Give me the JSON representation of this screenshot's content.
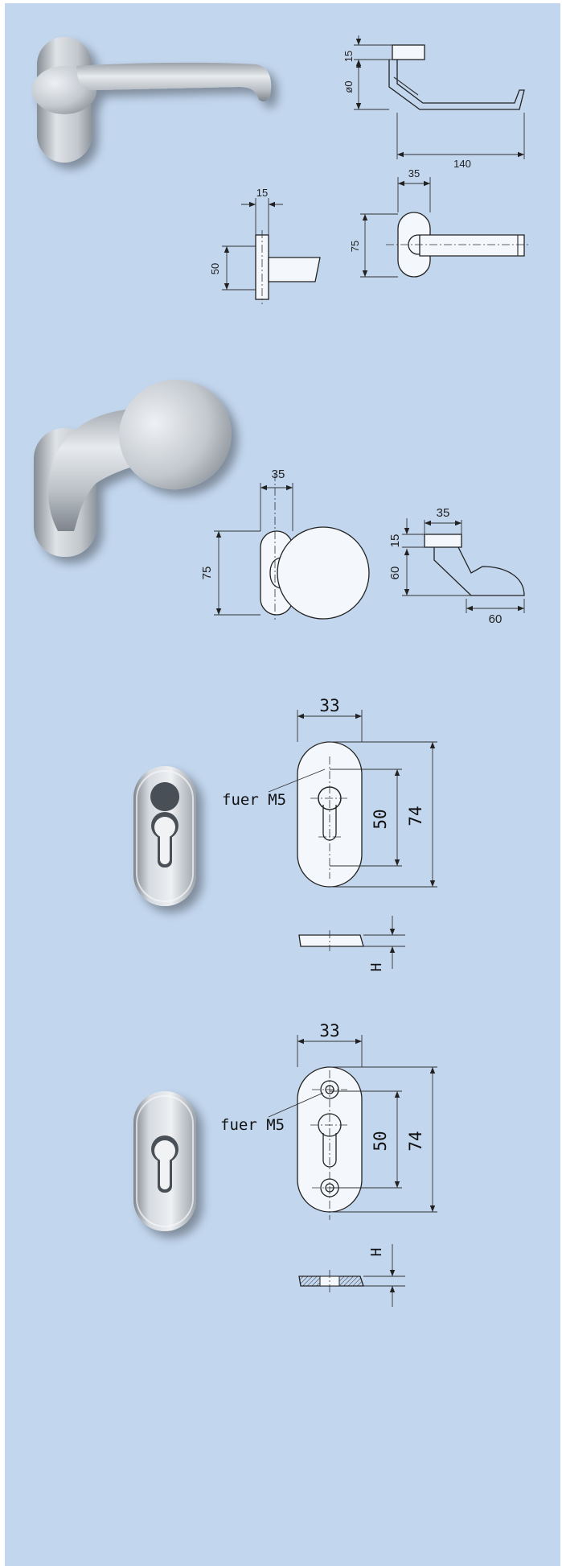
{
  "sections": [
    {
      "id": "lever-handle",
      "product_icon": "lever-handle-on-rose",
      "side_view": {
        "label_height_top": "15",
        "label_height_bottom": "ø0",
        "label_length": "140"
      },
      "top_view": {
        "label_width": "35",
        "label_height": "75"
      },
      "end_view": {
        "label_width": "15",
        "label_height": "50"
      }
    },
    {
      "id": "knob-handle",
      "product_icon": "knob-handle-on-rose",
      "front_view": {
        "label_width": "35",
        "label_height": "75"
      },
      "side_view": {
        "label_top_width": "35",
        "label_height_top": "15",
        "label_height_mid": "60",
        "label_length": "60"
      }
    },
    {
      "id": "escutcheon-hidden",
      "product_icon": "oval-cylinder-escutcheon",
      "front_view": {
        "label_width": "33",
        "label_screw": "fuer M5",
        "label_hole_distance": "50",
        "label_height": "74"
      },
      "section_view": {
        "label_thickness": "H"
      }
    },
    {
      "id": "escutcheon-visible",
      "product_icon": "oval-cylinder-escutcheon",
      "front_view": {
        "label_width": "33",
        "label_screw": "fuer M5",
        "label_hole_distance": "50",
        "label_height": "74"
      },
      "section_view": {
        "label_thickness": "H"
      }
    }
  ],
  "colors": {
    "background": "#c2d6ee",
    "metal_light": "#dde1e6",
    "metal_dark": "#7d848c",
    "line": "#222222"
  }
}
